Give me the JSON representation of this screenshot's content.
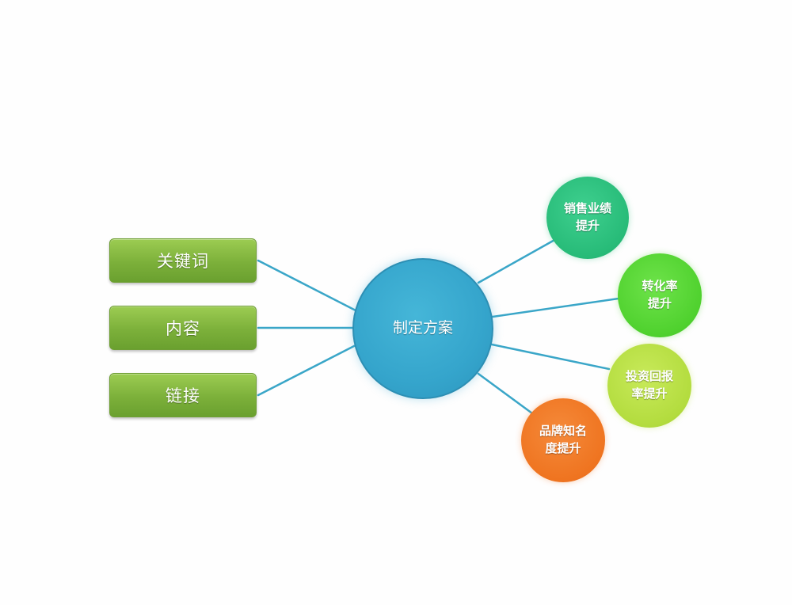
{
  "center": {
    "label": "制定方案"
  },
  "left_nodes": [
    {
      "label": "关键词"
    },
    {
      "label": "内容"
    },
    {
      "label": "链接"
    }
  ],
  "right_nodes": [
    {
      "line1": "销售业绩",
      "line2": "提升",
      "color": "#27bb78"
    },
    {
      "line1": "转化率",
      "line2": "提升",
      "color": "#4fd12e"
    },
    {
      "line1": "投资回报",
      "line2": "率提升",
      "color": "#b3dc3e"
    },
    {
      "line1": "品牌知名",
      "line2": "度提升",
      "color": "#ef7420"
    }
  ],
  "colors": {
    "connector": "#3aa6c8",
    "left_box": "#7cb03a",
    "center": "#35a5cc"
  }
}
